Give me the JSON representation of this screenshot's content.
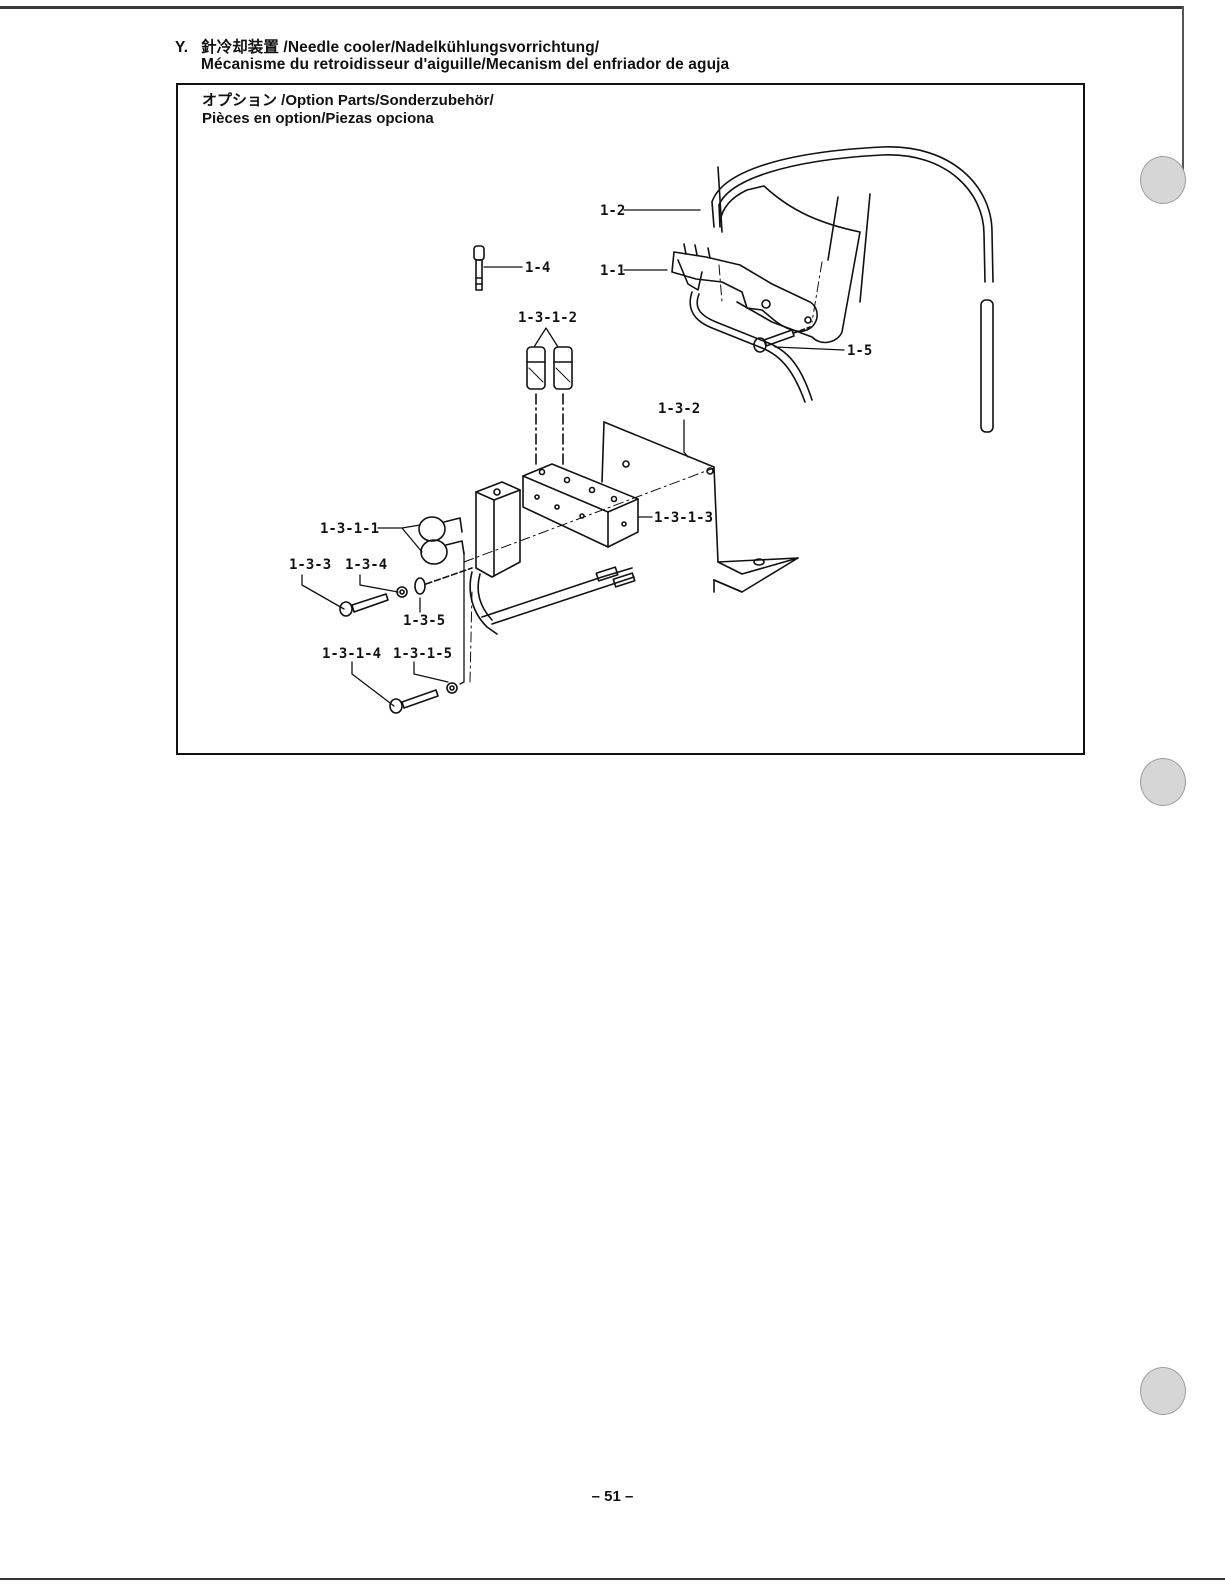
{
  "heading": {
    "prefix": "Y.",
    "line1": "針冷却装置 /Needle cooler/Nadelkühlungsvorrichtung/",
    "line2": "Mécanisme du retroidisseur d'aiguille/Mecanism del enfriador de aguja"
  },
  "frame": {
    "caption_line1": "オプション /Option Parts/Sonderzubehör/",
    "caption_line2": "Pièces en option/Piezas opciona"
  },
  "parts": {
    "p1_2": "1-2",
    "p1_1": "1-1",
    "p1_4": "1-4",
    "p1_5": "1-5",
    "p1_3_1_2": "1-3-1-2",
    "p1_3_2": "1-3-2",
    "p1_3_1_3": "1-3-1-3",
    "p1_3_1_1": "1-3-1-1",
    "p1_3_3": "1-3-3",
    "p1_3_4": "1-3-4",
    "p1_3_5": "1-3-5",
    "p1_3_1_4": "1-3-1-4",
    "p1_3_1_5": "1-3-1-5"
  },
  "footer": {
    "page_number": "– 51 –"
  }
}
